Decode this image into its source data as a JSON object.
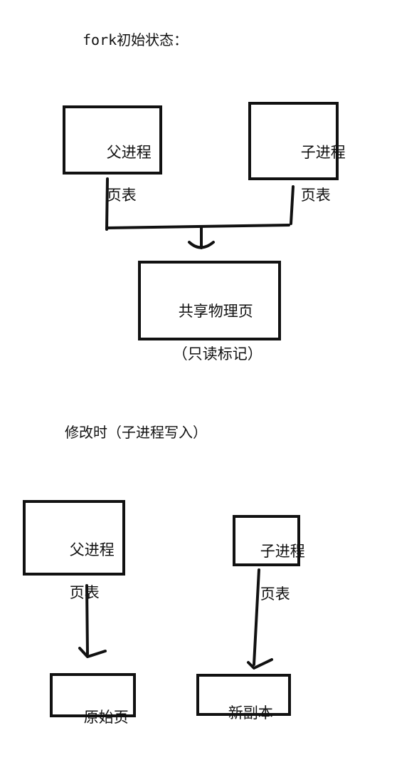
{
  "section_initial": {
    "title": "fork初始状态：",
    "parent_table": {
      "line1": "父进程",
      "line2": "页表"
    },
    "child_table": {
      "line1": "子进程",
      "line2": "页表"
    },
    "shared_page": {
      "line1": "共享物理页",
      "line2": "（只读标记）"
    }
  },
  "section_modify": {
    "title": "修改时（子进程写入）",
    "parent_table": {
      "line1": "父进程",
      "line2": "页表"
    },
    "child_table": {
      "line1": "子进程",
      "line2": "页表"
    },
    "original_page": {
      "label": "原始页"
    },
    "new_copy": {
      "label": "新副本"
    }
  },
  "colors": {
    "ink": "#111111",
    "background": "#ffffff"
  }
}
